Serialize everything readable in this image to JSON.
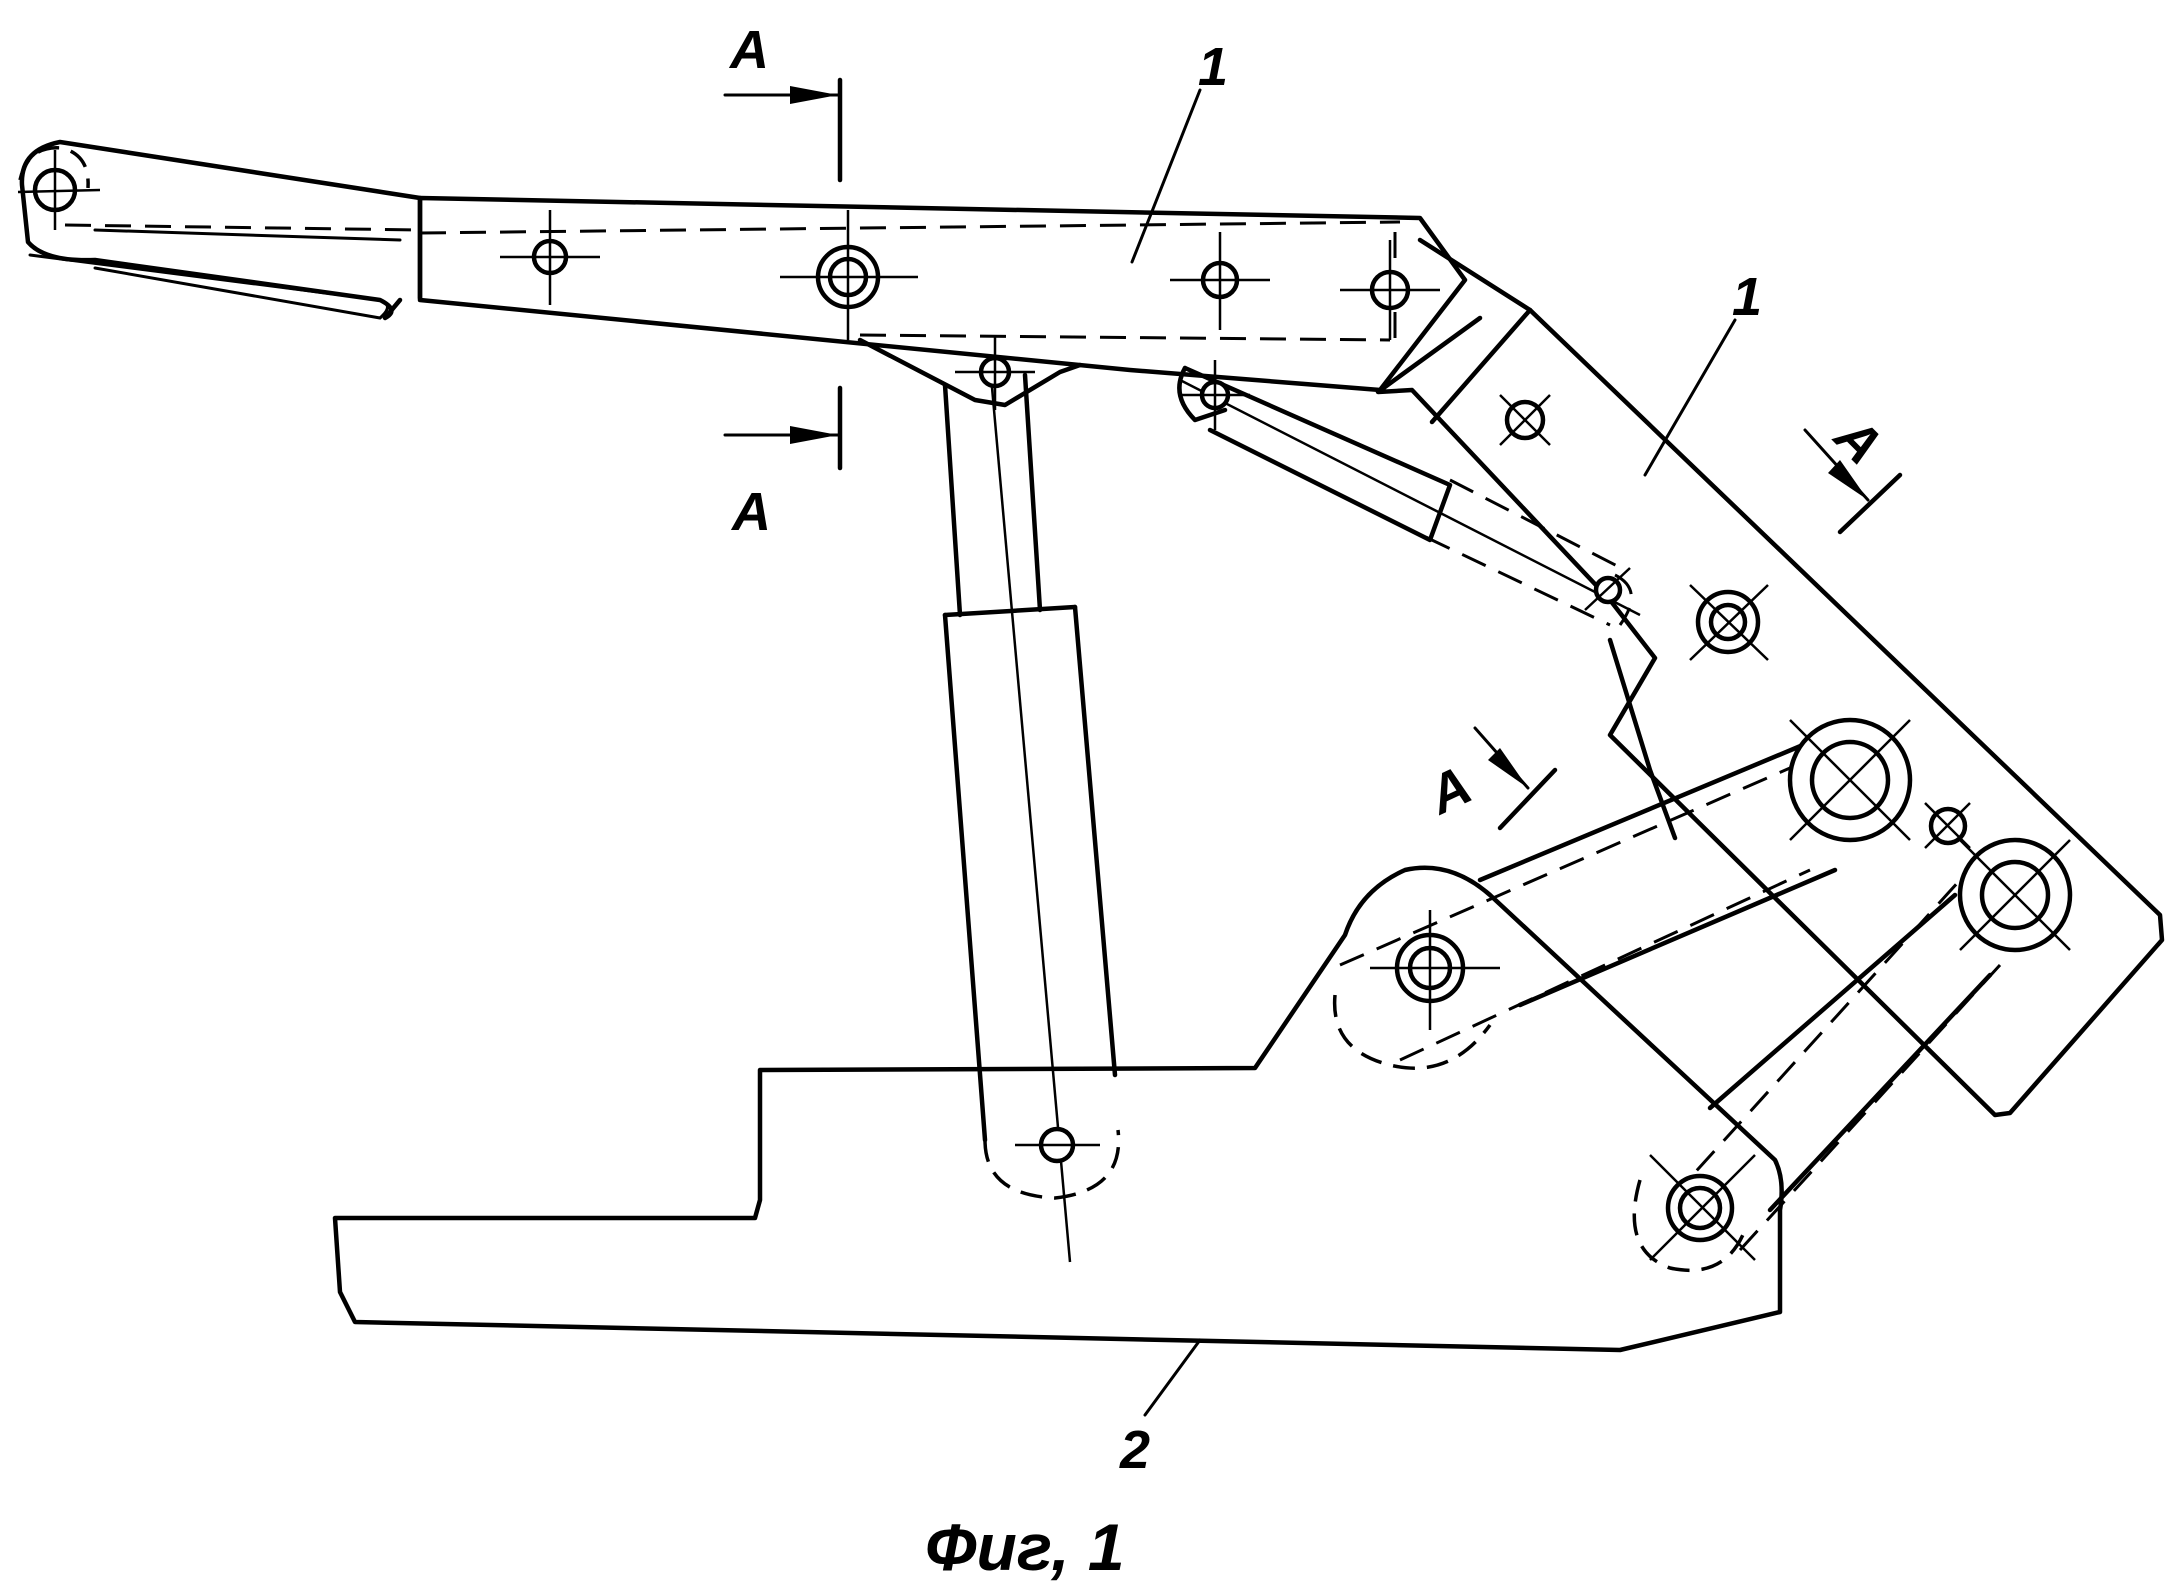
{
  "labels": {
    "section_mark": "A",
    "part_boom": "1",
    "part_base": "2",
    "caption": "Фиг, 1"
  }
}
